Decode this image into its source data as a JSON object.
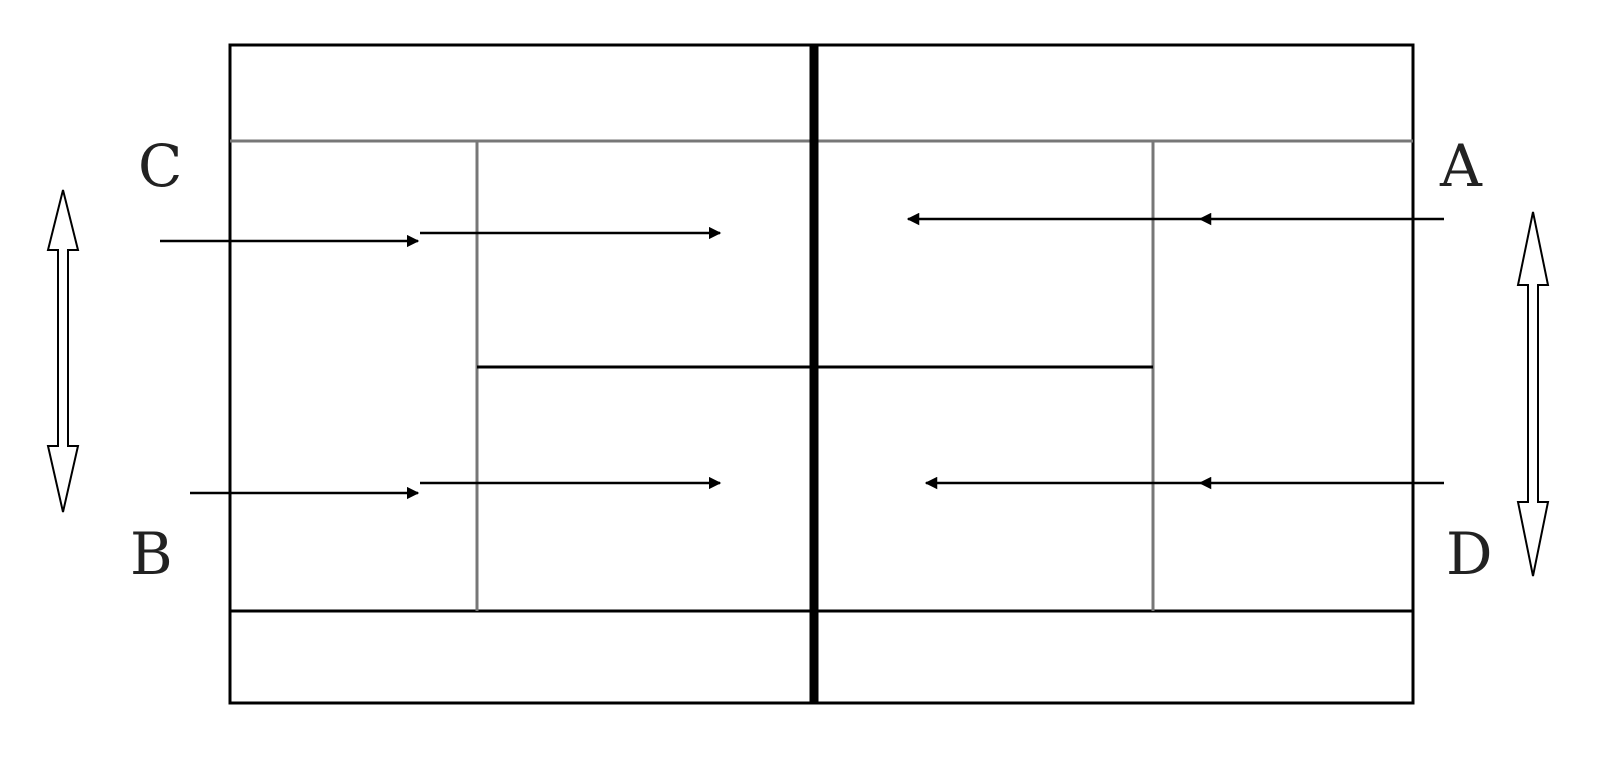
{
  "players": {
    "A": "A",
    "B": "B",
    "C": "C",
    "D": "D"
  },
  "colors": {
    "background": "#ffffff",
    "lines": "#000000",
    "service_lines": "#777777",
    "arrows": "#000000",
    "labels": "#222222"
  }
}
